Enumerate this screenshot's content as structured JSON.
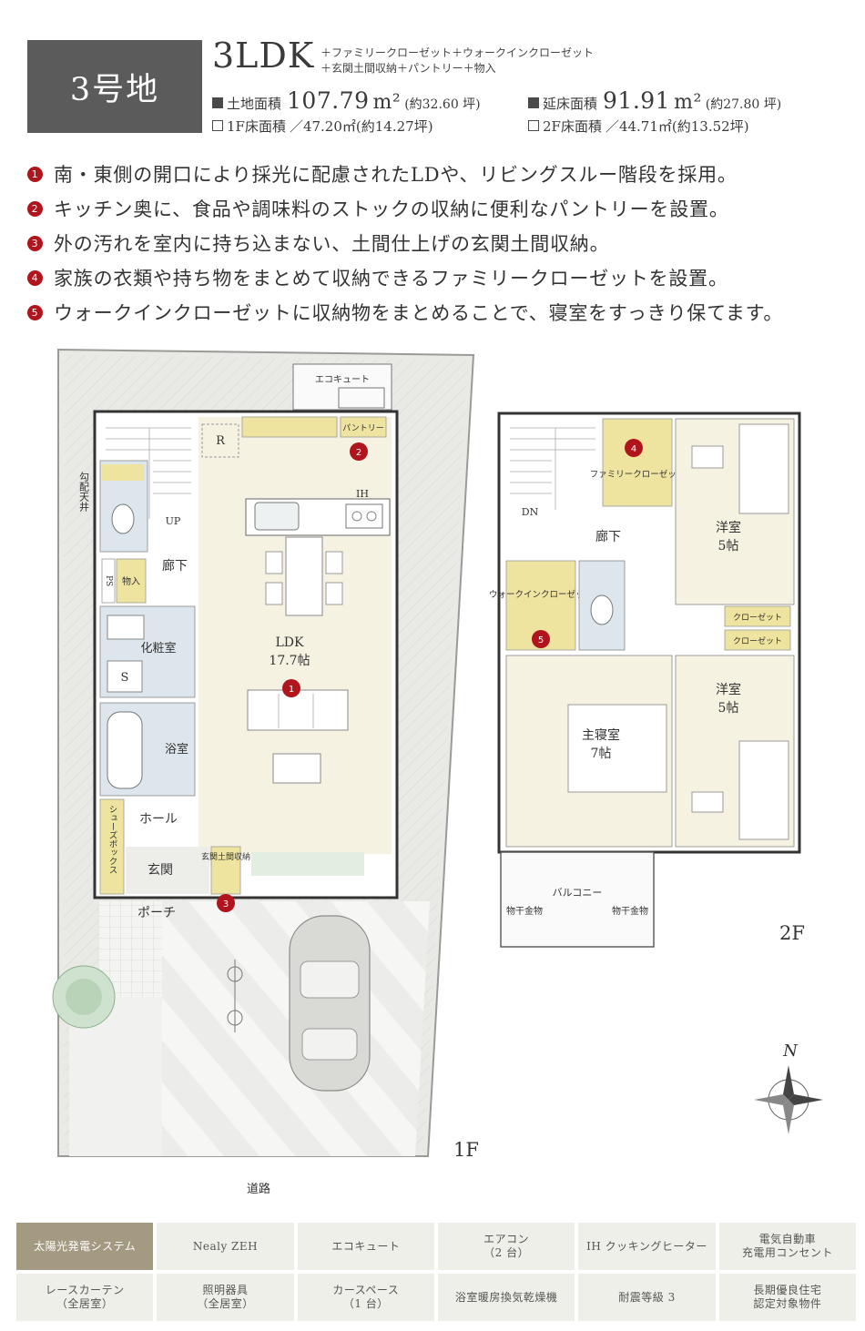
{
  "lot": {
    "label": "3号地"
  },
  "plan": {
    "type": "3LDK",
    "extras_line1": "＋ファミリークローゼット＋ウォークインクローゼット",
    "extras_line2": "＋玄関土間収納＋パントリー＋物入"
  },
  "areas": {
    "land": {
      "label": "土地面積",
      "value": "107.79",
      "unit": "m²",
      "tsubo": "(約32.60 坪)"
    },
    "total_floor": {
      "label": "延床面積",
      "value": "91.91",
      "unit": "m²",
      "tsubo": "(約27.80 坪)"
    },
    "floor1": {
      "label": "1F床面積",
      "text": "／47.20㎡(約14.27坪)"
    },
    "floor2": {
      "label": "2F床面積",
      "text": "／44.71㎡(約13.52坪)"
    }
  },
  "features": [
    {
      "num": "1",
      "text": "南・東側の開口により採光に配慮されたLDや、リビングスルー階段を採用。"
    },
    {
      "num": "2",
      "text": "キッチン奥に、食品や調味料のストックの収納に便利なパントリーを設置。"
    },
    {
      "num": "3",
      "text": "外の汚れを室内に持ち込まない、土間仕上げの玄関土間収納。"
    },
    {
      "num": "4",
      "text": "家族の衣類や持ち物をまとめて収納できるファミリークローゼットを設置。"
    },
    {
      "num": "5",
      "text": "ウォークインクローゼットに収納物をまとめることで、寝室をすっきり保てます。"
    }
  ],
  "floor1": {
    "floor_label": "1F",
    "road": "道路",
    "rooms": {
      "ecocute": "エコキュート",
      "r": "R",
      "pantry": "パントリー",
      "ih": "IH",
      "slope_ceiling": "勾配天井",
      "up": "UP",
      "hallway": "廊下",
      "ps": "PS",
      "storage": "物入",
      "ldk_name": "LDK",
      "ldk_size": "17.7帖",
      "powder_room": "化粧室",
      "s": "S",
      "bath": "浴室",
      "hall": "ホール",
      "shoe_box": "シューズボックス",
      "entrance": "玄関",
      "doma_storage": "玄関土間収納",
      "porch": "ポーチ"
    }
  },
  "floor2": {
    "floor_label": "2F",
    "rooms": {
      "dn": "DN",
      "family_closet": "ファミリークローゼット",
      "hallway": "廊下",
      "western1_name": "洋室",
      "western1_size": "5帖",
      "walkin_closet": "ウォークインクローゼット",
      "closet1": "クローゼット",
      "closet2": "クローゼット",
      "master_name": "主寝室",
      "master_size": "7帖",
      "western2_name": "洋室",
      "western2_size": "5帖",
      "balcony": "バルコニー",
      "dryer_left": "物干金物",
      "dryer_right": "物干金物"
    }
  },
  "compass": {
    "label": "N"
  },
  "equipment": [
    {
      "label": "太陽光発電システム",
      "active": true
    },
    {
      "label": "Nealy ZEH",
      "active": false
    },
    {
      "label": "エコキュート",
      "active": false
    },
    {
      "label": "エアコン\n（2 台）",
      "active": false
    },
    {
      "label": "IH クッキングヒーター",
      "active": false
    },
    {
      "label": "電気自動車\n充電用コンセント",
      "active": false
    },
    {
      "label": "レースカーテン\n（全居室）",
      "active": false
    },
    {
      "label": "照明器具\n（全居室）",
      "active": false
    },
    {
      "label": "カースペース\n（1 台）",
      "active": false
    },
    {
      "label": "浴室暖房換気乾燥機",
      "active": false
    },
    {
      "label": "耐震等級 3",
      "active": false
    },
    {
      "label": "長期優良住宅\n認定対象物件",
      "active": false
    }
  ],
  "colors": {
    "accent_red": "#b0141c",
    "badge_gray": "#5b5b5b",
    "living_beige": "#f6f2e2",
    "wet_blue": "#dde6ec",
    "storage_yellow": "#efe3a0",
    "site_gray": "#e9e9e6",
    "equip_active": "#a49a82",
    "equip_bg": "#efefe9"
  }
}
